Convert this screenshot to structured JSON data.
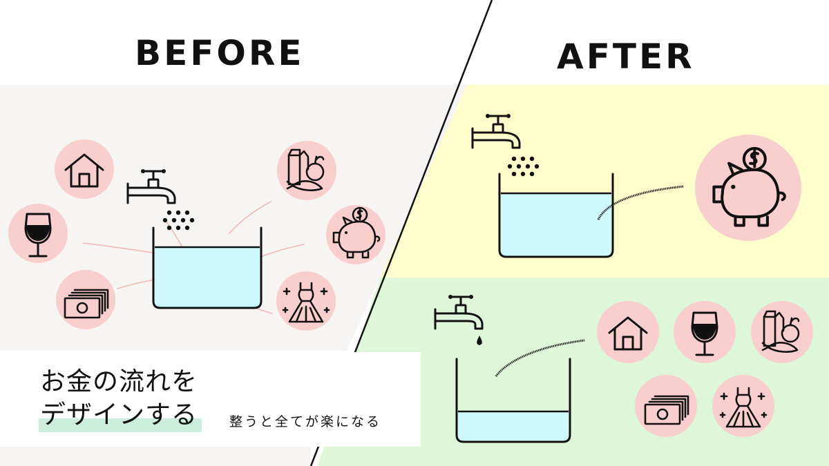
{
  "before": {
    "title": "BEFORE"
  },
  "after": {
    "title": "AFTER"
  },
  "caption": {
    "line1": "お金の流れを",
    "line2": "デザインする",
    "sub": "整うと全てが楽になる"
  },
  "colors": {
    "before_bg": "#f7f5f3",
    "after_top_bg": "#fefdcc",
    "after_bottom_bg": "#dff7d9",
    "icon_circle": "#f9cfcd",
    "water": "#cef9fd",
    "highlight": "#cdeedd",
    "ink": "#111111"
  },
  "icons": {
    "before": [
      "house-icon",
      "wine-glass-icon",
      "cash-icon",
      "groceries-icon",
      "piggy-bank-icon",
      "dress-icon"
    ],
    "after_savings": [
      "piggy-bank-icon"
    ],
    "after_spending": [
      "house-icon",
      "wine-glass-icon",
      "groceries-icon",
      "cash-icon",
      "dress-icon"
    ]
  }
}
